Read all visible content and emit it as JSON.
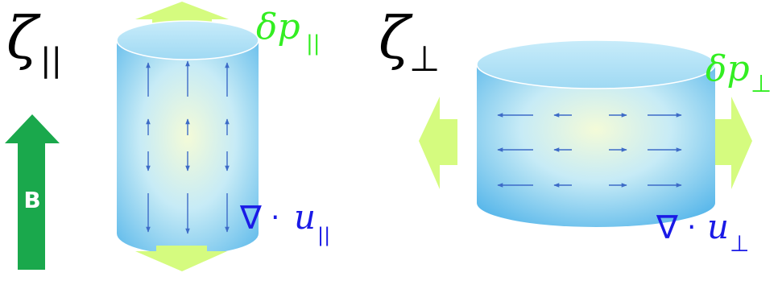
{
  "labels": {
    "zeta_parallel_symbol": "ζ",
    "zeta_parallel_sub": "||",
    "zeta_perp_symbol": "ζ",
    "zeta_perp_sub": "⊥",
    "dp_parallel_main": "δp",
    "dp_parallel_sub": "||",
    "dp_perp_main": "δp",
    "dp_perp_sub": "⊥",
    "div_u_parallel_nabla": "∇",
    "div_u_parallel_dot": "·",
    "div_u_parallel_u": "u",
    "div_u_parallel_sub": "||",
    "div_u_perp_nabla": "∇",
    "div_u_perp_dot": "·",
    "div_u_perp_u": "u",
    "div_u_perp_sub": "⊥",
    "b_field": "B"
  },
  "colors": {
    "green_text": "#33ee22",
    "blue_text": "#1a1ae6",
    "field_arrow": "#1aa84c",
    "pressure_arrow": "#d5fb7f",
    "flow_arrow": "#3d6bc7",
    "cylinder_edge": "#6dc3ee",
    "cylinder_top": "#a9dff6",
    "cylinder_center": "#f4fbd8"
  }
}
